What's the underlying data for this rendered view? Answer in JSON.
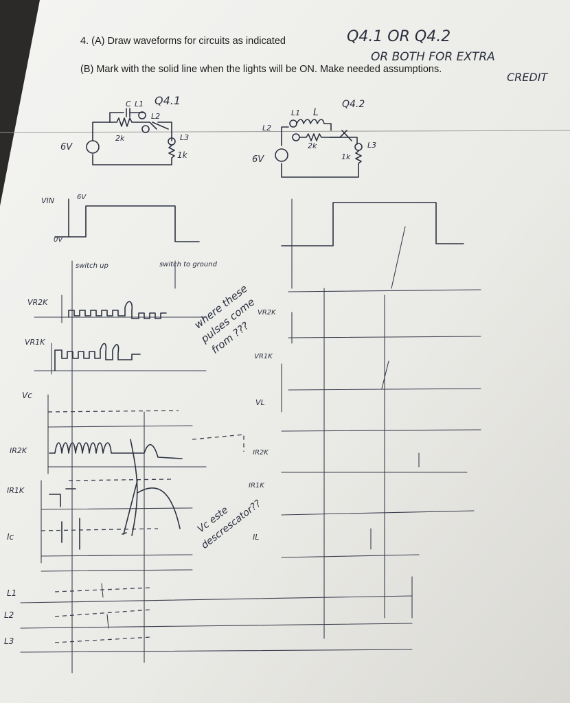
{
  "question": {
    "line_a": "4. (A) Draw waveforms for circuits as indicated",
    "line_b": "(B) Mark with the solid line when the lights will be ON. Make needed assumptions."
  },
  "header_notes": {
    "choice": "Q4.1  OR  Q4.2",
    "bonus": "OR  BOTH  FOR  EXTRA",
    "credit": "CREDIT"
  },
  "circuit_q41": {
    "title": "Q4.1",
    "cap_label": "C",
    "l1_label": "L1",
    "l2_label": "L2",
    "l3_label": "L3",
    "r2k_label": "2k",
    "r1k_label": "1k",
    "source_label": "6V"
  },
  "circuit_q42": {
    "title": "Q4.2",
    "l1_label": "L1",
    "ind_label": "L",
    "l2_label": "L2",
    "l3_label": "L3",
    "r2k_label": "2k",
    "r1k_label": "1k",
    "source_label": "6V"
  },
  "left_axes": {
    "vin": "VIN",
    "vin_level": "6V",
    "zero": "0V",
    "vr2k": "VR2K",
    "vr1k": "VR1K",
    "vc": "Vc",
    "ir2k": "IR2K",
    "ir1k": "IR1K",
    "ic": "Ic",
    "l1": "L1",
    "l2": "L2",
    "l3": "L3"
  },
  "right_axes": {
    "vr2k": "VR2K",
    "vr1k": "VR1K",
    "vl": "VL",
    "ir2k": "IR2K",
    "ir1k": "IR1K",
    "il": "IL"
  },
  "annotations": {
    "switch_up": "switch up",
    "switch_down": "switch to ground",
    "question_pulses_1": "where these",
    "question_pulses_2": "pulses come",
    "question_pulses_3": "from ???",
    "question_vc_1": "Vc este",
    "question_vc_2": "descrescator??"
  }
}
